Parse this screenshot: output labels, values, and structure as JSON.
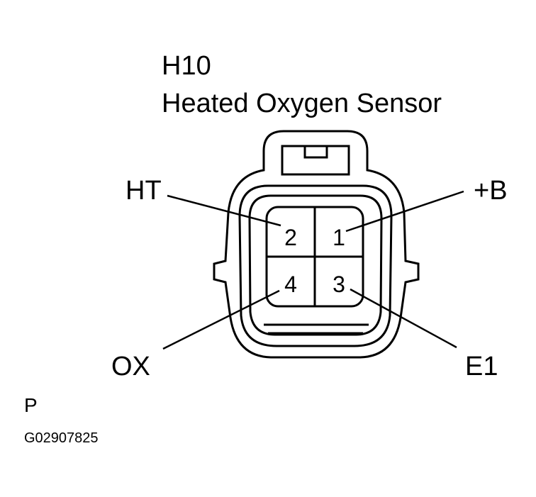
{
  "title": {
    "code": "H10",
    "name": "Heated Oxygen Sensor"
  },
  "pins": [
    {
      "number": "2",
      "label": "HT"
    },
    {
      "number": "1",
      "label": "+B"
    },
    {
      "number": "4",
      "label": "OX"
    },
    {
      "number": "3",
      "label": "E1"
    }
  ],
  "footer": {
    "view_letter": "P",
    "figure_id": "G02907825"
  }
}
